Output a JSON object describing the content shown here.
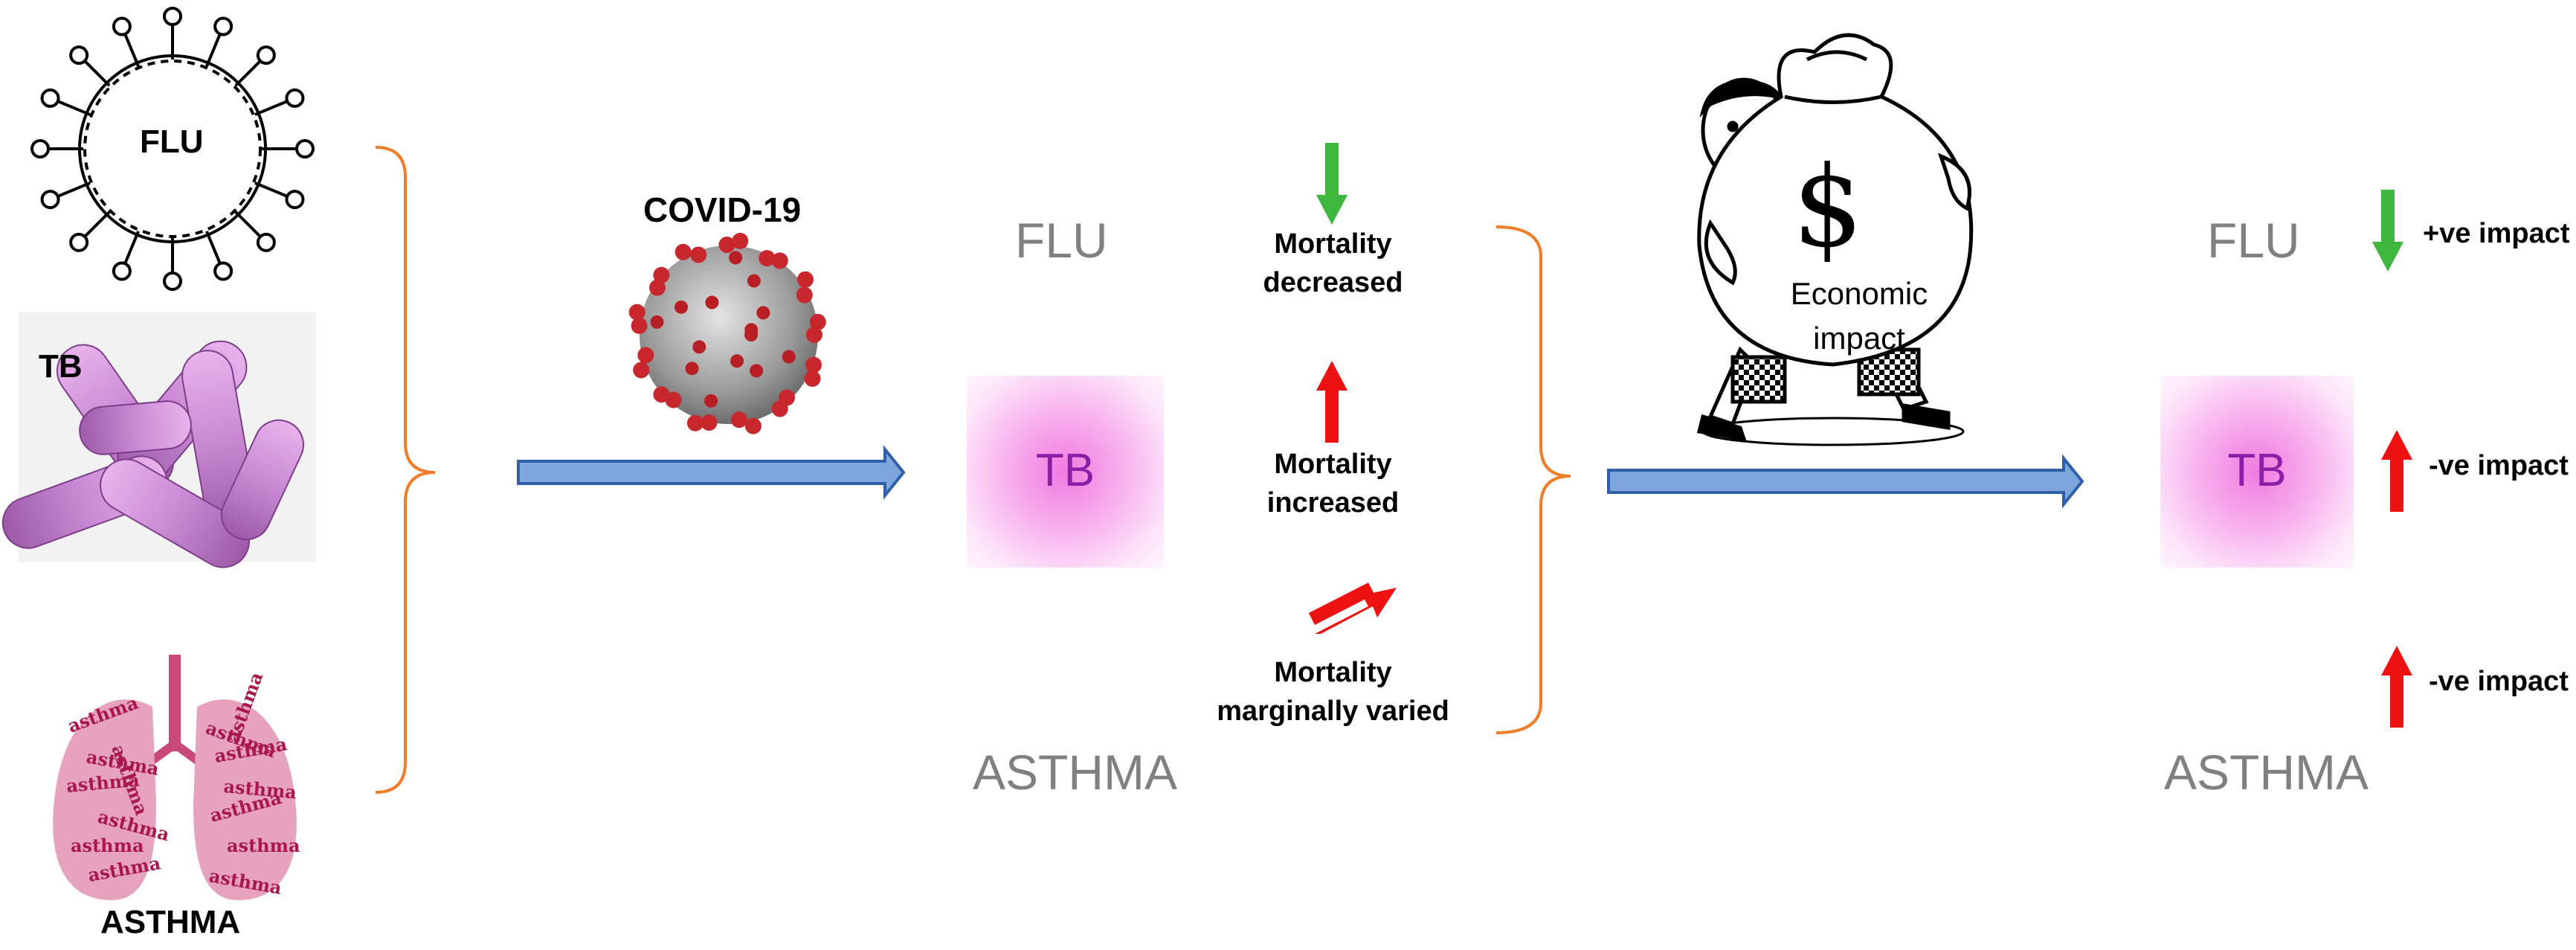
{
  "left_panel": {
    "flu_label": "FLU",
    "tb_label": "TB",
    "asthma_label": "ASTHMA",
    "lung_word": "asthma"
  },
  "covid_label": "COVID-19",
  "mid_diseases": {
    "flu": "FLU",
    "tb": "TB",
    "asthma": "ASTHMA"
  },
  "mortality": {
    "decreased": [
      "Mortality",
      "decreased"
    ],
    "increased": [
      "Mortality",
      "increased"
    ],
    "marginal": [
      "Mortality",
      "marginally varied"
    ]
  },
  "economic_label": [
    "Economic",
    "impact"
  ],
  "money_symbol": "$",
  "right_diseases": {
    "flu": "FLU",
    "tb": "TB",
    "asthma": "ASTHMA"
  },
  "impacts": {
    "flu": "+ve impact",
    "tb": "-ve impact",
    "asthma": "-ve impact"
  },
  "colors": {
    "down_arrow": "#3db83d",
    "up_arrow": "#ee1111",
    "flow_arrow_fill": "#7ea6dc",
    "flow_arrow_stroke": "#2f5fa8",
    "brace": "#ef7d2a",
    "virus_red": "#c8282d",
    "tb_pink": "#c98ad3"
  },
  "icons": [
    "flu-virus-icon",
    "tb-bacteria-icon",
    "asthma-lungs-icon",
    "covid-virus-icon",
    "money-bag-man-icon"
  ]
}
